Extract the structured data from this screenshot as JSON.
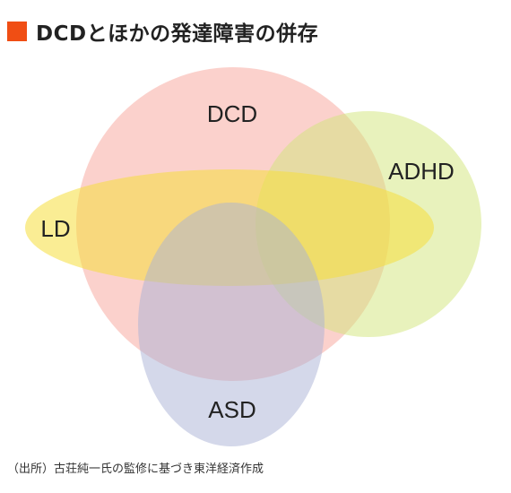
{
  "header": {
    "title": "DCDとほかの発達障害の併存",
    "accent_color": "#f04e14"
  },
  "diagram": {
    "sets": [
      {
        "id": "dcd",
        "label": "DCD",
        "color": "#f8a49a"
      },
      {
        "id": "adhd",
        "label": "ADHD",
        "color": "#d2e67a"
      },
      {
        "id": "ld",
        "label": "LD",
        "color": "#f6df3c"
      },
      {
        "id": "asd",
        "label": "ASD",
        "color": "#a9b2d6"
      }
    ]
  },
  "footer": {
    "source": "（出所）古荘純一氏の監修に基づき東洋経済作成"
  }
}
